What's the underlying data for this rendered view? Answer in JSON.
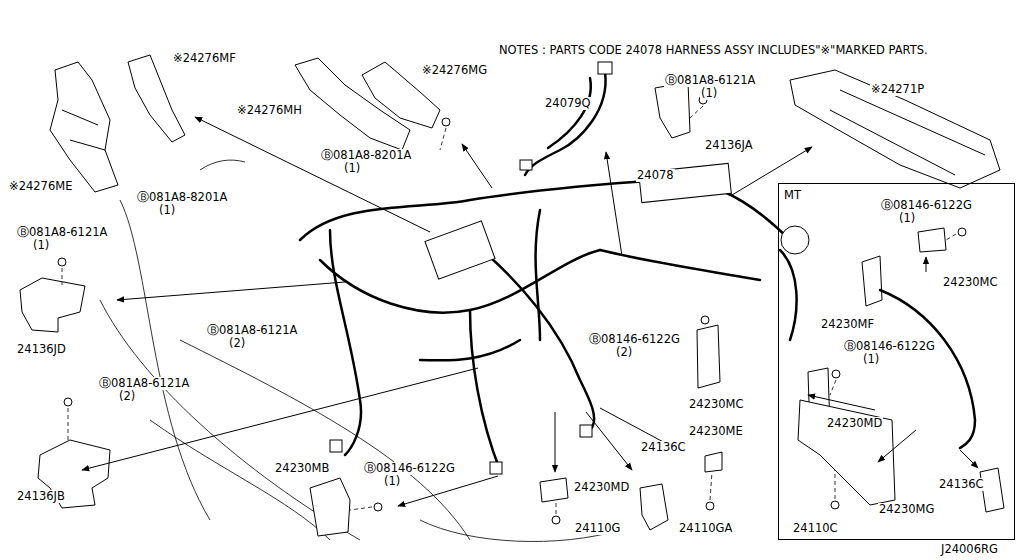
{
  "diagram": {
    "nodes": [
      {
        "text": [
          "MT"
        ]
      }
    ],
    "edges": [],
    "labels": [
      "NOTES : PARTS CODE 24078 HARNESS ASSY INCLUDES\"※\"MARKED PARTS.",
      "※24276MF",
      "※24276MG",
      "※24276MH",
      "Ⓑ081A8-8201A",
      "(1)",
      "24079Q",
      "Ⓑ081A8-6121A",
      "(1)",
      "※24271P",
      "24136JA",
      "24078",
      "※24276ME",
      "Ⓑ081A8-8201A",
      "(1)",
      "Ⓑ081A8-6121A",
      "(1)",
      "24136JD",
      "Ⓑ081A8-6121A",
      "(2)",
      "Ⓑ08146-6122G",
      "(2)",
      "Ⓑ081A8-6121A",
      "(2)",
      "24136JB",
      "24230MC",
      "24230ME",
      "24136C",
      "24230MB",
      "Ⓑ08146-6122G",
      "(1)",
      "24230MD",
      "24110G",
      "24110GA",
      "Ⓑ08146-6122G",
      "(1)",
      "24230MC",
      "24230MF",
      "Ⓑ08146-6122G",
      "(1)",
      "24230MD",
      "24136C",
      "24230MG",
      "24110C",
      "J24006RG"
    ]
  }
}
